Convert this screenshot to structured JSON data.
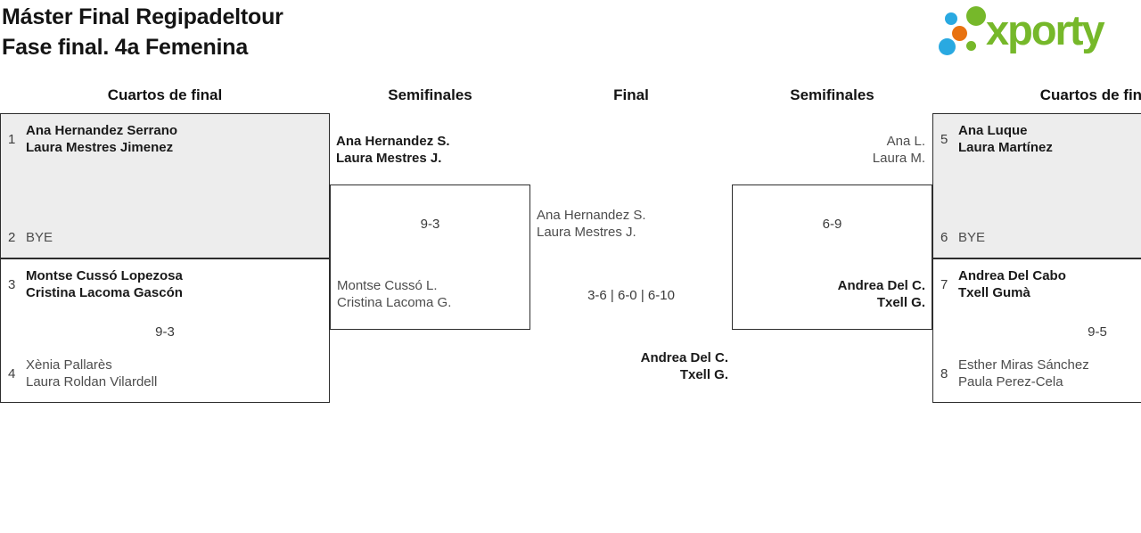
{
  "title": {
    "line1": "Máster Final Regipadeltour",
    "line2": "Fase final. 4a Femenina"
  },
  "logo": {
    "text": "xporty",
    "dots": [
      "blue-small",
      "green-large",
      "orange",
      "blue-large",
      "green-small"
    ]
  },
  "colors": {
    "brand_green": "#76b82a",
    "brand_blue": "#29a9e1",
    "brand_orange": "#e87211",
    "box_gray": "#ededed",
    "border": "#2d2d2d",
    "winner_text": "#1a1a1a",
    "loser_text": "#4d4d4d"
  },
  "headers": {
    "col1": "Cuartos de final",
    "col2": "Semifinales",
    "col3": "Final",
    "col4": "Semifinales",
    "col5": "Cuartos de final"
  },
  "bracket": {
    "qf_left_1": {
      "seed_top": "1",
      "team_top_1": "Ana Hernandez Serrano",
      "team_top_2": "Laura Mestres Jimenez",
      "score": "",
      "seed_bottom": "2",
      "team_bottom_1": "BYE",
      "team_bottom_2": ""
    },
    "qf_left_2": {
      "seed_top": "3",
      "team_top_1": "Montse Cussó Lopezosa",
      "team_top_2": "Cristina Lacoma Gascón",
      "score": "9-3",
      "seed_bottom": "4",
      "team_bottom_1": "Xènia Pallarès",
      "team_bottom_2": "Laura Roldan Vilardell"
    },
    "sf_left": {
      "team_top_1": "Ana Hernandez S.",
      "team_top_2": "Laura Mestres J.",
      "score": "9-3",
      "team_bottom_1": "Montse Cussó L.",
      "team_bottom_2": "Cristina Lacoma G."
    },
    "final": {
      "team_left_1": "Ana Hernandez S.",
      "team_left_2": "Laura Mestres J.",
      "score": "3-6 | 6-0 | 6-10",
      "team_right_1": "Andrea Del C.",
      "team_right_2": "Txell G."
    },
    "sf_right": {
      "team_top_1": "Ana L.",
      "team_top_2": "Laura M.",
      "score": "6-9",
      "team_bottom_1": "Andrea Del C.",
      "team_bottom_2": "Txell G."
    },
    "qf_right_1": {
      "seed_top": "5",
      "team_top_1": "Ana Luque",
      "team_top_2": "Laura Martínez",
      "score": "",
      "seed_bottom": "6",
      "team_bottom_1": "BYE",
      "team_bottom_2": ""
    },
    "qf_right_2": {
      "seed_top": "7",
      "team_top_1": "Andrea Del Cabo",
      "team_top_2": "Txell Gumà",
      "score": "9-5",
      "seed_bottom": "8",
      "team_bottom_1": "Esther Miras Sánchez",
      "team_bottom_2": "Paula Perez-Cela"
    }
  }
}
